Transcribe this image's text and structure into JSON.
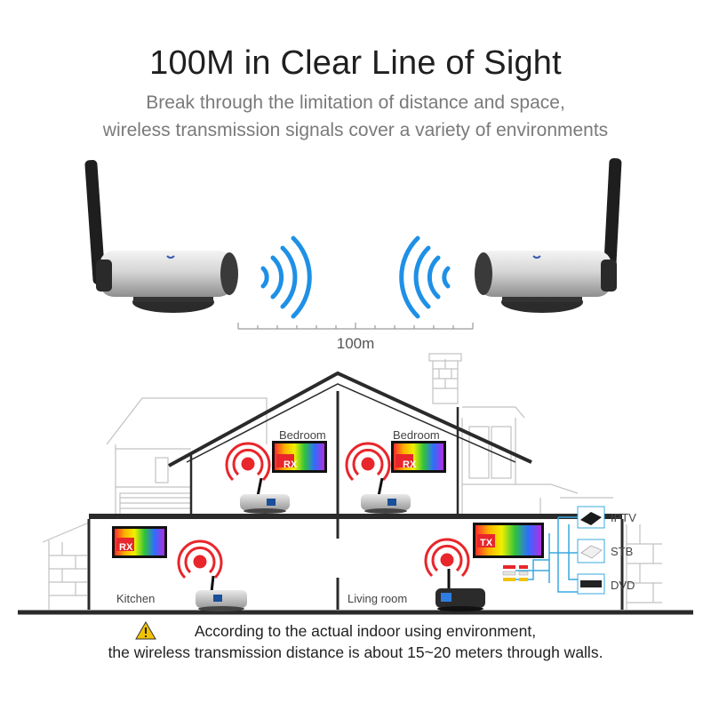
{
  "header": {
    "title": "100M in Clear Line of Sight",
    "subtitle_line1": "Break through the limitation of distance and space,",
    "subtitle_line2": "wireless transmission signals cover a variety of environments"
  },
  "distance": {
    "label": "100m"
  },
  "rooms": {
    "bedroom_left": "Bedroom",
    "bedroom_right": "Bedroom",
    "kitchen": "Kitchen",
    "living_room": "Living room"
  },
  "screens": {
    "rx": "RX",
    "tx": "TX"
  },
  "sources": {
    "iptv": "IPTV",
    "stb": "STB",
    "dvd": "DVD"
  },
  "footer": {
    "line1": "According to the actual indoor using environment,",
    "line2": "the wireless transmission distance is about 15~20 meters through walls."
  },
  "colors": {
    "signal_blue": "#1e90e6",
    "signal_red": "#e8262b",
    "house_line": "#2a2a2a",
    "house_light": "#c9c9c9",
    "cable_blue": "#38a8e0",
    "warning_yellow": "#f2c200"
  }
}
